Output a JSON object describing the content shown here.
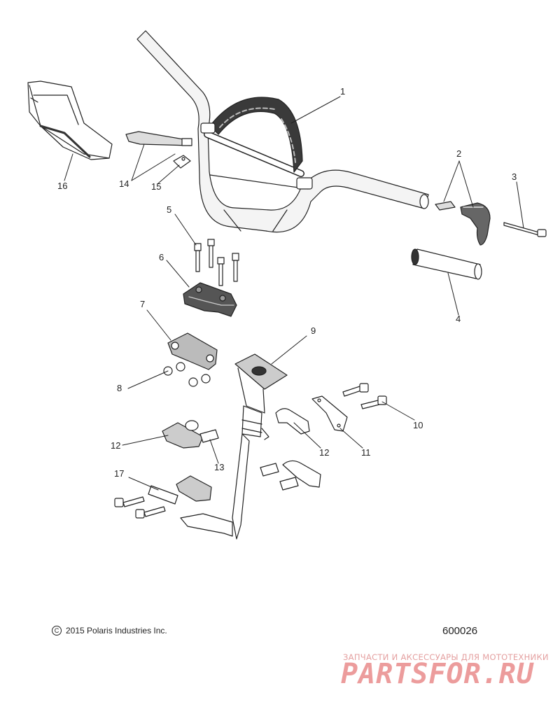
{
  "callouts": [
    {
      "id": "c1",
      "label": "1"
    },
    {
      "id": "c2",
      "label": "2"
    },
    {
      "id": "c3",
      "label": "3"
    },
    {
      "id": "c4",
      "label": "4"
    },
    {
      "id": "c5",
      "label": "5"
    },
    {
      "id": "c6",
      "label": "6"
    },
    {
      "id": "c7",
      "label": "7"
    },
    {
      "id": "c8",
      "label": "8"
    },
    {
      "id": "c9",
      "label": "9"
    },
    {
      "id": "c10",
      "label": "10"
    },
    {
      "id": "c11",
      "label": "11"
    },
    {
      "id": "c12a",
      "label": "12"
    },
    {
      "id": "c12b",
      "label": "12"
    },
    {
      "id": "c13",
      "label": "13"
    },
    {
      "id": "c14",
      "label": "14"
    },
    {
      "id": "c15",
      "label": "15"
    },
    {
      "id": "c16",
      "label": "16"
    },
    {
      "id": "c17",
      "label": "17"
    }
  ],
  "footer": {
    "copyright_symbol": "C",
    "copyright_text": "2015 Polaris Industries Inc.",
    "diagram_id": "600026"
  },
  "watermark": {
    "tagline": "ЗАПЧАСТИ И АКСЕССУАРЫ ДЛЯ МОТОТЕХНИКИ",
    "logo": "PARTSFOR.RU"
  },
  "colors": {
    "line": "#222222",
    "part_fill": "#ffffff",
    "part_shade": "#cfcfcf",
    "dark_shade": "#555555",
    "watermark": "#ec9c9c"
  }
}
